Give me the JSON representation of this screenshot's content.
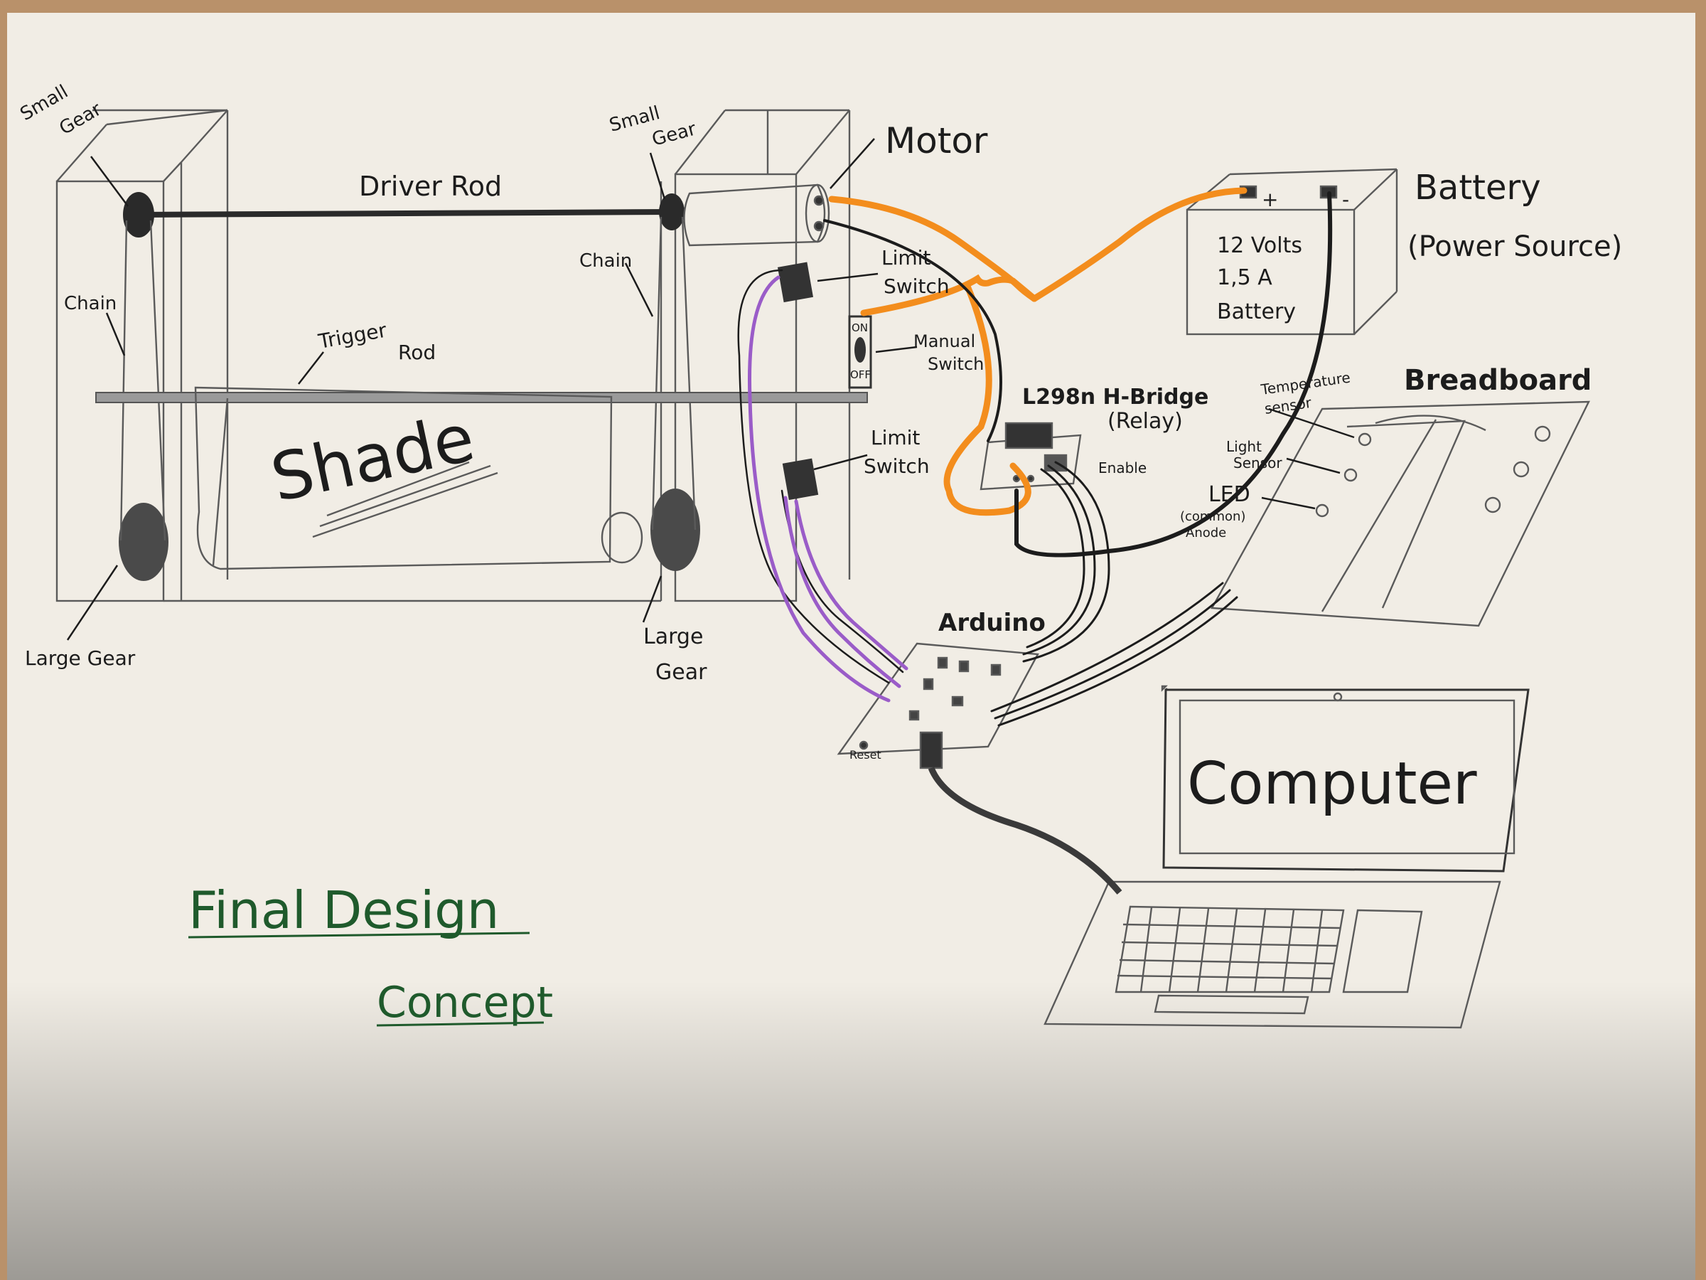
{
  "title": {
    "line1": "Final Design",
    "line2": "Concept"
  },
  "labels": {
    "small_gear_left": [
      "Small",
      "Gear"
    ],
    "small_gear_right": [
      "Small",
      "Gear"
    ],
    "driver_rod": "Driver Rod",
    "motor": "Motor",
    "chain_left": "Chain",
    "chain_right": "Chain",
    "trigger_rod": [
      "Trigger",
      "Rod"
    ],
    "shade": "Shade",
    "large_gear_left": "Large Gear",
    "large_gear_right": [
      "Large",
      "Gear"
    ],
    "limit_switch_top": [
      "Limit",
      "Switch"
    ],
    "limit_switch_bottom": [
      "Limit",
      "Switch"
    ],
    "manual_switch": [
      "Manual",
      "Switch"
    ],
    "switch_on": "ON",
    "switch_off": "OFF",
    "battery": "Battery",
    "power_source": "(Power Source)",
    "battery_body": [
      "12 Volts",
      "1,5 A",
      "Battery"
    ],
    "battery_plus": "+",
    "battery_minus": "-",
    "hbridge": "L298n H-Bridge",
    "relay": "(Relay)",
    "enable": "Enable",
    "breadboard": "Breadboard",
    "temp_sensor": [
      "Temperature",
      "sensor"
    ],
    "light_sensor": [
      "Light",
      "Sensor"
    ],
    "led": "LED",
    "common_anode": [
      "(common)",
      "Anode"
    ],
    "arduino": "Arduino",
    "reset": "Reset",
    "computer": "Computer"
  },
  "colors": {
    "paper": "#f1ede5",
    "background_wood": "#b9916a",
    "ink": "#1c1c1c",
    "pencil": "#5a5a5a",
    "orange_wire": "#f38d1d",
    "purple_wire": "#9a5cc8",
    "title_green": "#1f5a2c"
  }
}
